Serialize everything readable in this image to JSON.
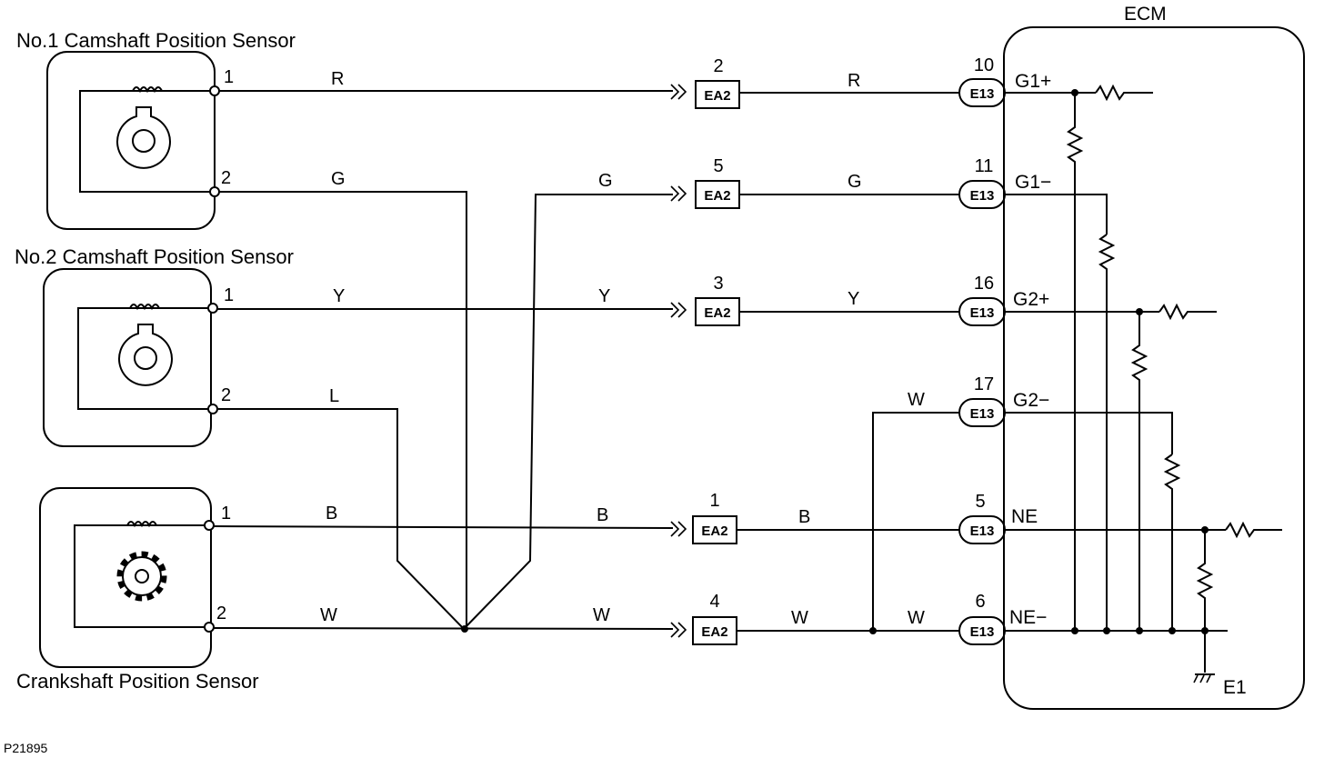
{
  "components": {
    "cam1": "No.1 Camshaft Position Sensor",
    "cam2": "No.2 Camshaft Position Sensor",
    "crank": "Crankshaft Position Sensor",
    "ecm": "ECM"
  },
  "sensor_pins": [
    "1",
    "2"
  ],
  "wires": {
    "cam1_p1": "R",
    "cam1_p2": "G",
    "cam2_p1": "Y",
    "cam2_p2": "L",
    "crank_p1": "B",
    "crank_p2": "W"
  },
  "ea2_connector": {
    "name": "EA2",
    "pins": [
      "2",
      "5",
      "3",
      "1",
      "4"
    ]
  },
  "ecm_connector": {
    "name": "E13",
    "rows": [
      {
        "pin": "10",
        "wire": "R",
        "terminal": "G1+"
      },
      {
        "pin": "11",
        "wire": "G",
        "terminal": "G1−"
      },
      {
        "pin": "16",
        "wire": "Y",
        "terminal": "G2+"
      },
      {
        "pin": "17",
        "wire": "W",
        "terminal": "G2−"
      },
      {
        "pin": "5",
        "wire": "B",
        "terminal": "NE"
      },
      {
        "pin": "6",
        "wire": "W",
        "terminal": "NE−"
      }
    ]
  },
  "ground_label": "E1",
  "figure_code": "P21895"
}
